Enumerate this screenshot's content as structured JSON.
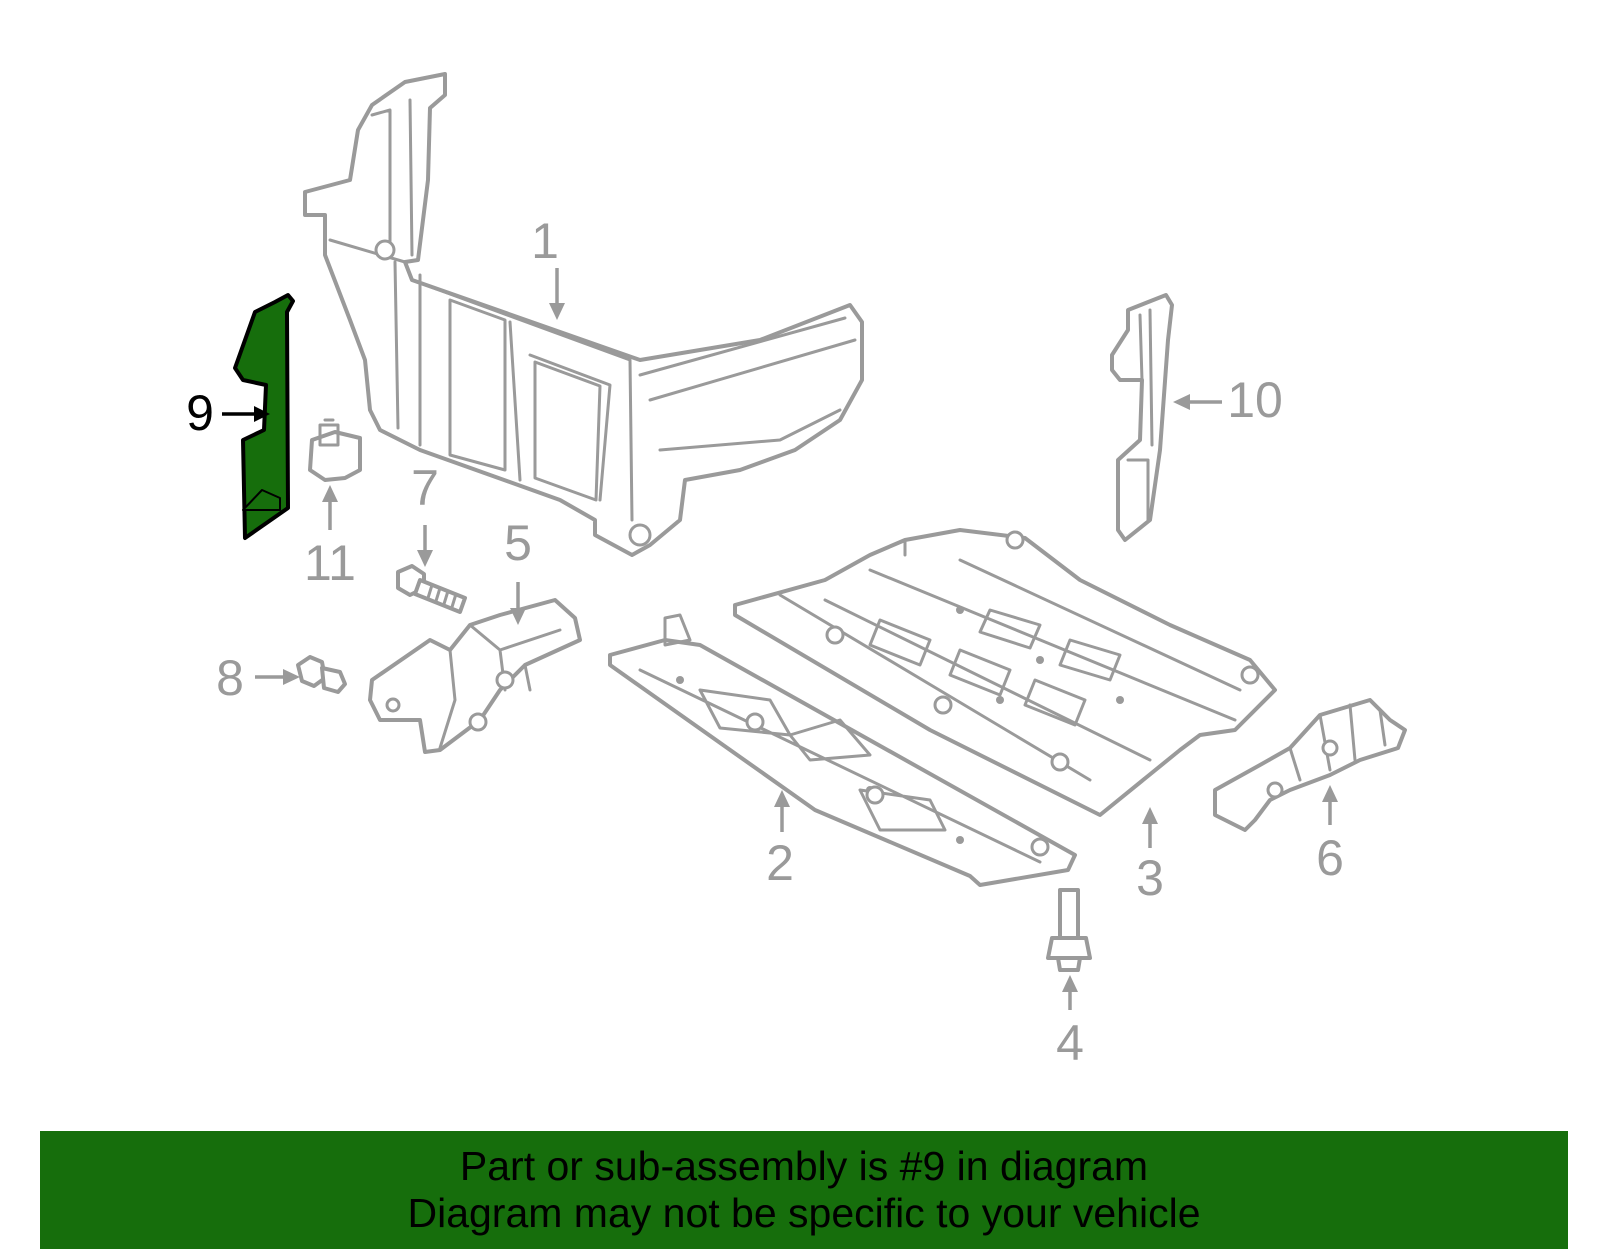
{
  "callouts": {
    "c1": "1",
    "c2": "2",
    "c3": "3",
    "c4": "4",
    "c5": "5",
    "c6": "6",
    "c7": "7",
    "c8": "8",
    "c9": "9",
    "c10": "10",
    "c11": "11"
  },
  "highlight": {
    "part_number": "9",
    "color": "#166e0c"
  },
  "banner": {
    "line1": "Part or sub-assembly is #9 in diagram",
    "line2": "Diagram may not be specific to your vehicle"
  }
}
